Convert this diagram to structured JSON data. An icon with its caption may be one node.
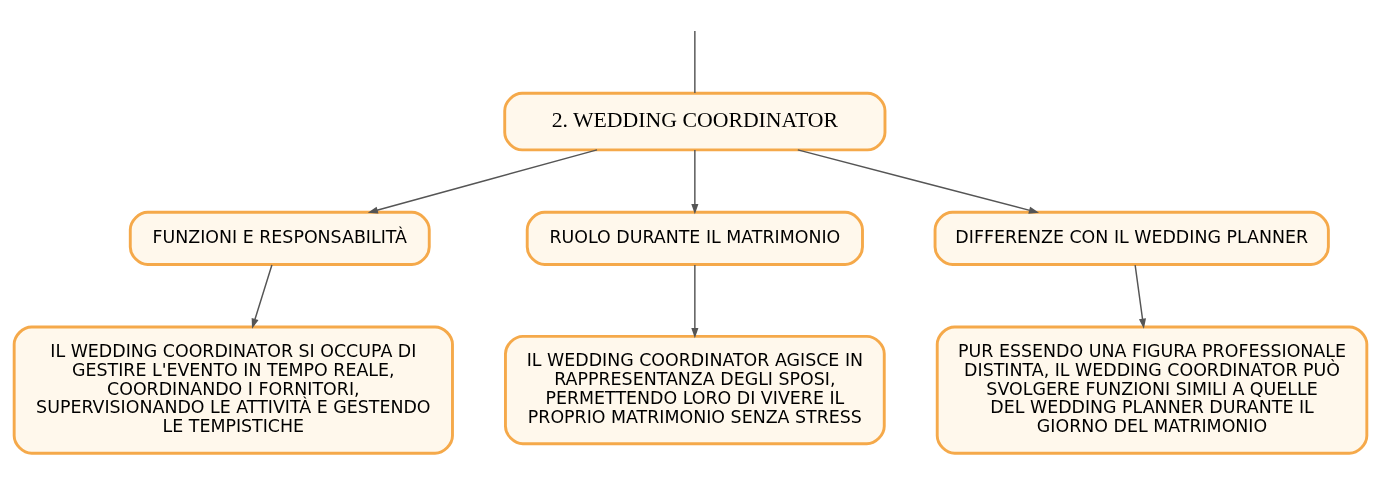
{
  "diagram": {
    "nodes": [
      {
        "text": [
          "2. WEDDING COORDINATOR"
        ]
      },
      {
        "text": [
          "FUNZIONI E RESPONSABILITÀ"
        ]
      },
      {
        "text": [
          "RUOLO DURANTE IL MATRIMONIO"
        ]
      },
      {
        "text": [
          "DIFFERENZE CON IL WEDDING PLANNER"
        ]
      },
      {
        "text": [
          "IL WEDDING COORDINATOR SI OCCUPA DI GESTIRE L'EVENTO IN TEMPO REALE, COORDINANDO I FORNITORI, SUPERVISIONANDO LE ATTIVITÀ E GESTENDO LE TEMPISTICHE"
        ]
      },
      {
        "text": [
          "IL WEDDING COORDINATOR AGISCE IN RAPPRESENTANZA DEGLI SPOSI, PERMETTENDO LORO DI VIVERE IL PROPRIO MATRIMONIO SENZA STRESS"
        ]
      },
      {
        "text": [
          "PUR ESSENDO UNA FIGURA PROFESSIONALE DISTINTA, IL WEDDING COORDINATOR PUÒ SVOLGERE FUNZIONI SIMILI A QUELLE DEL WEDDING PLANNER DURANTE IL GIORNO DEL MATRIMONIO"
        ]
      }
    ],
    "edges": [
      {
        "from": null,
        "to": 0,
        "arrow": "none"
      },
      {
        "from": 0,
        "to": 1,
        "arrow": "to"
      },
      {
        "from": 0,
        "to": 2,
        "arrow": "to"
      },
      {
        "from": 0,
        "to": 3,
        "arrow": "to"
      },
      {
        "from": 1,
        "to": 4,
        "arrow": "to"
      },
      {
        "from": 2,
        "to": 5,
        "arrow": "to"
      },
      {
        "from": 3,
        "to": 6,
        "arrow": "to"
      }
    ]
  }
}
